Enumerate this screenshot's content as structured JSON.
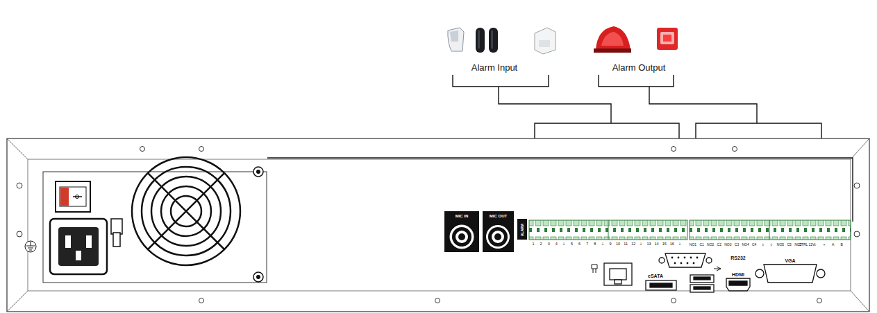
{
  "diagram": {
    "nodes": [
      {
        "text": [
          "MIC IN"
        ]
      },
      {
        "text": [
          "MIC OUT"
        ]
      }
    ],
    "labels": [
      "Alarm Input",
      "Alarm Output",
      "eSATA",
      "RS232",
      "HDMI",
      "VGA",
      "ALARM",
      "1",
      "2",
      "3",
      "4",
      "⏚",
      "5",
      "6",
      "7",
      "8",
      "⏚",
      "9",
      "10",
      "11",
      "12",
      "⏚",
      "13",
      "14",
      "15",
      "16",
      "⏚",
      "NO1",
      "C1",
      "NO2",
      "C2",
      "NO3",
      "C3",
      "NO4",
      "C4",
      "⏚",
      "⏚",
      "NO5",
      "C5",
      "NC5",
      "CTRL 12V",
      "⏚",
      "+",
      "A",
      "B"
    ]
  }
}
